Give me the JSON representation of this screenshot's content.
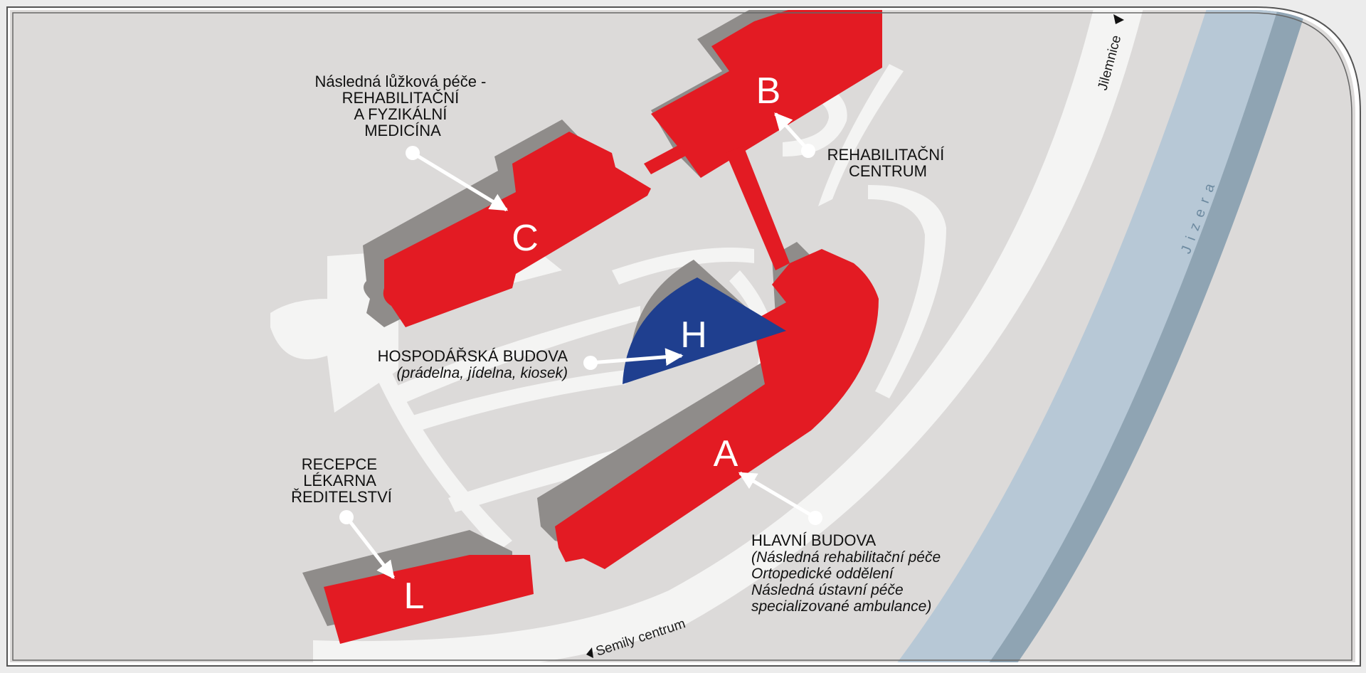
{
  "colors": {
    "background": "#dcdad9",
    "paths": "#f4f4f3",
    "building_red": "#e31b23",
    "building_blue": "#1f3f8f",
    "shadow": "#8f8c8a",
    "river": "#b7c8d6",
    "river_edge": "#8fa4b3",
    "frame": "#ffffff",
    "frame_line": "#555555"
  },
  "buildings": [
    {
      "id": "B",
      "letter": "B",
      "label_lines": [
        "REHABILITAČNÍ",
        "CENTRUM"
      ]
    },
    {
      "id": "C",
      "letter": "C",
      "label_lines": [
        "Následná lůžková péče -",
        "REHABILITAČNÍ",
        "A FYZIKÁLNÍ",
        "MEDICÍNA"
      ]
    },
    {
      "id": "H",
      "letter": "H",
      "label_title": "HOSPODÁŘSKÁ  BUDOVA",
      "label_sub": "(prádelna,  jídelna,  kiosek)"
    },
    {
      "id": "A",
      "letter": "A",
      "label_title": "HLAVNÍ  BUDOVA",
      "label_details": [
        "(Následná  rehabilitační  péče",
        "Ortopedické  oddělení",
        "Následná  ústavní  péče",
        "specializované  ambulance)"
      ]
    },
    {
      "id": "L",
      "letter": "L",
      "label_lines": [
        "RECEPCE",
        "LÉKARNA",
        "ŘEDITELSTVÍ"
      ]
    }
  ],
  "roads": {
    "north": "Jilemnice",
    "south": "Semily centrum"
  },
  "river": "Jizera"
}
